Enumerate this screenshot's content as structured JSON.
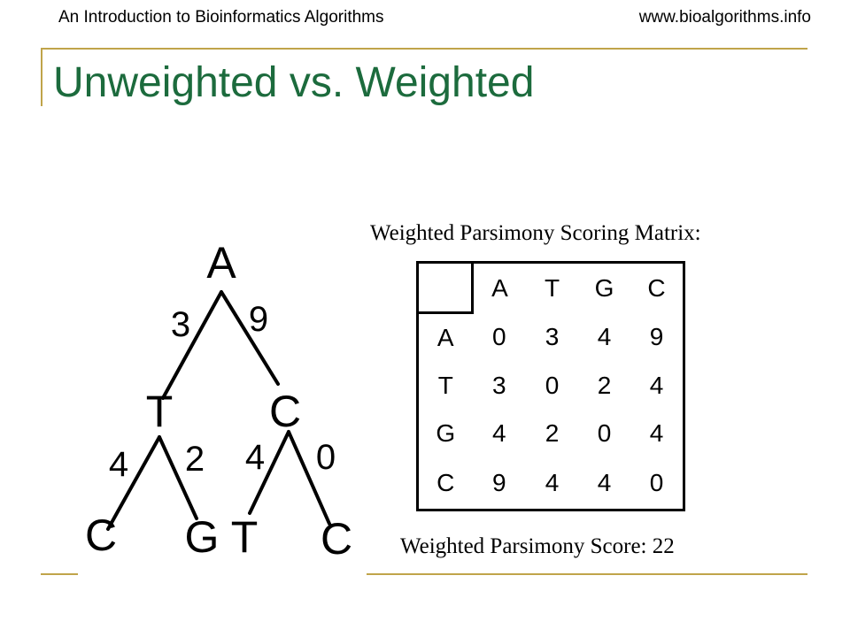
{
  "header": {
    "left": "An Introduction to Bioinformatics Algorithms",
    "right": "www.bioalgorithms.info"
  },
  "title": "Unweighted vs. Weighted",
  "tree": {
    "root": "A",
    "left_child": "T",
    "right_child": "C",
    "leaves": [
      "C",
      "G",
      "T",
      "C"
    ],
    "edge_weights": {
      "root_left": "3",
      "root_right": "9",
      "t_left": "4",
      "t_right": "2",
      "c_left": "4",
      "c_right": "0"
    }
  },
  "matrix": {
    "caption": "Weighted Parsimony Scoring Matrix:",
    "columns": [
      "A",
      "T",
      "G",
      "C"
    ],
    "rows": [
      {
        "label": "A",
        "values": [
          "0",
          "3",
          "4",
          "9"
        ]
      },
      {
        "label": "T",
        "values": [
          "3",
          "0",
          "2",
          "4"
        ]
      },
      {
        "label": "G",
        "values": [
          "4",
          "2",
          "0",
          "4"
        ]
      },
      {
        "label": "C",
        "values": [
          "9",
          "4",
          "4",
          "0"
        ]
      }
    ]
  },
  "score": "Weighted Parsimony Score: 22",
  "colors": {
    "title": "#1c6b3d",
    "rule": "#c0a44a"
  }
}
